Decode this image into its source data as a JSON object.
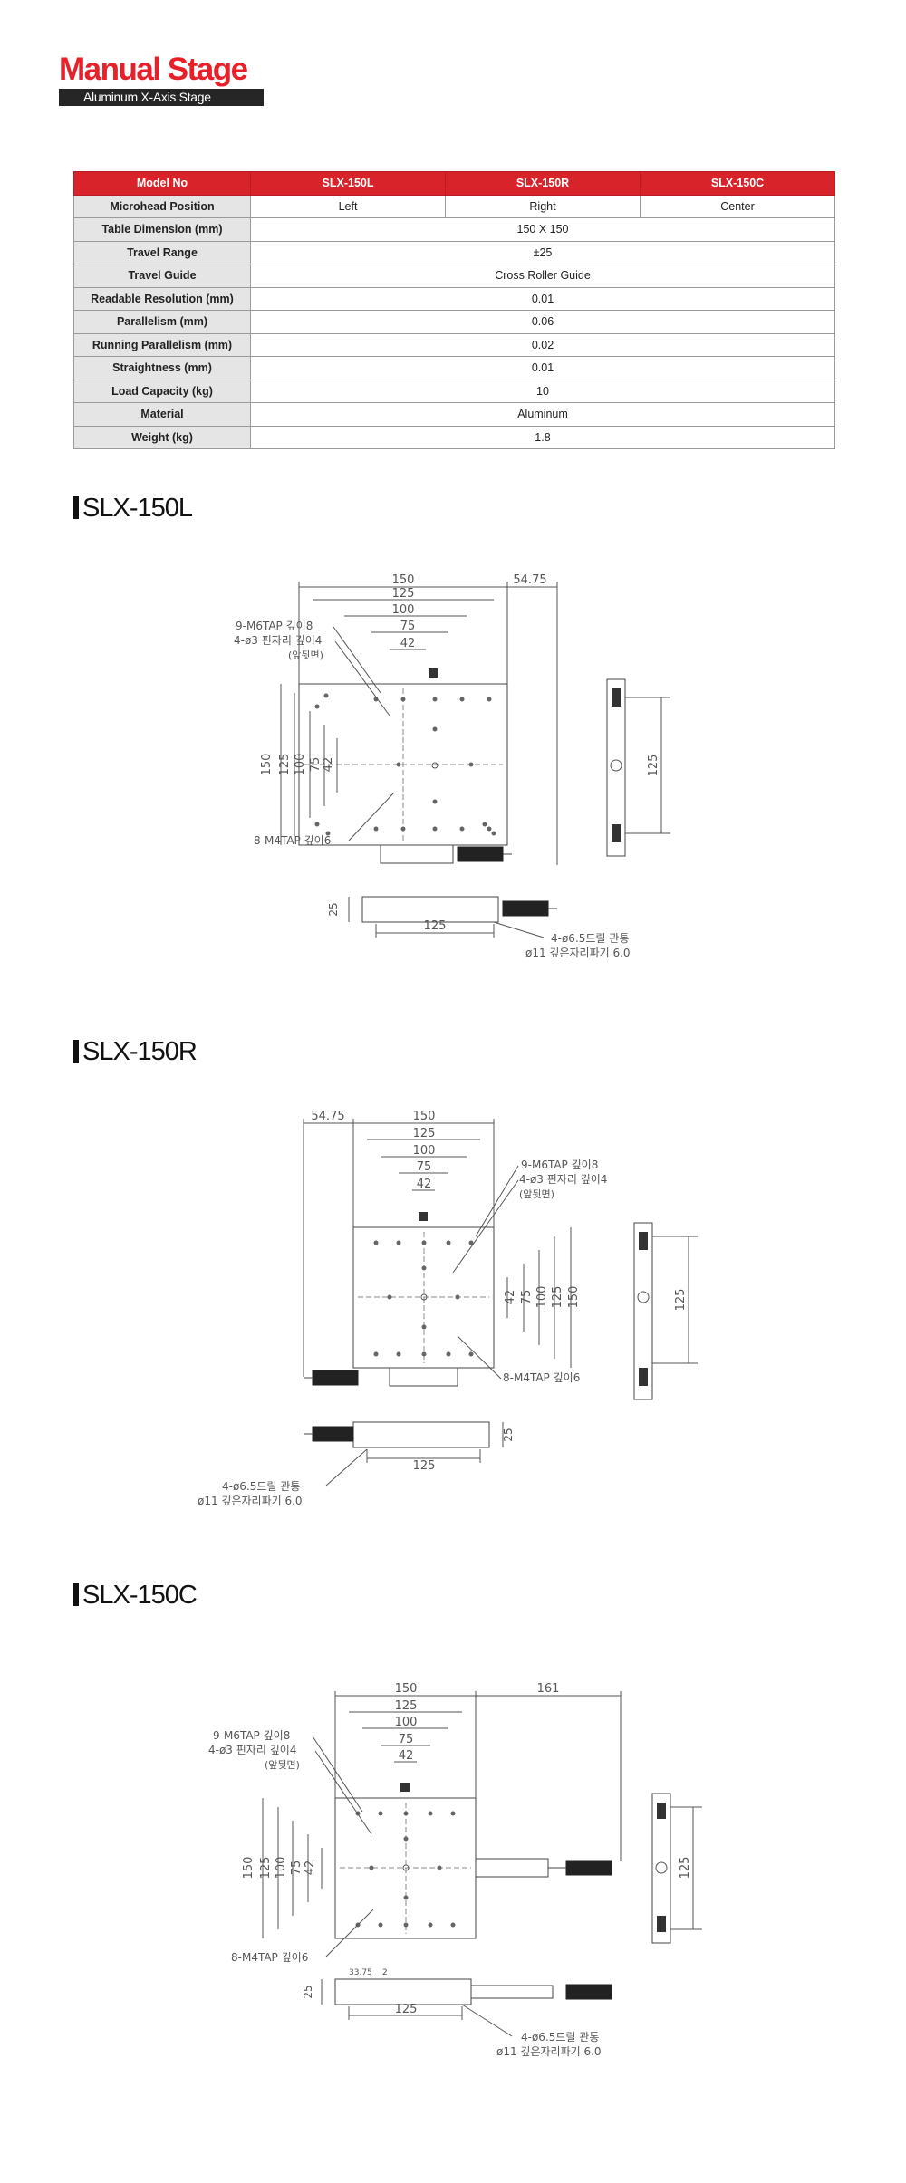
{
  "header": {
    "title": "Manual Stage",
    "subtitle": "Aluminum X-Axis Stage"
  },
  "spec_table": {
    "header": [
      "Model No",
      "SLX-150L",
      "SLX-150R",
      "SLX-150C"
    ],
    "rows": [
      {
        "label": "Microhead Position",
        "values": [
          "Left",
          "Right",
          "Center"
        ]
      },
      {
        "label": "Table Dimension (mm)",
        "value": "150 X 150"
      },
      {
        "label": "Travel Range",
        "value": "±25"
      },
      {
        "label": "Travel Guide",
        "value": "Cross Roller Guide"
      },
      {
        "label": "Readable Resolution (mm)",
        "value": "0.01"
      },
      {
        "label": "Parallelism (mm)",
        "value": "0.06"
      },
      {
        "label": "Running Parallelism (mm)",
        "value": "0.02"
      },
      {
        "label": "Straightness (mm)",
        "value": "0.01"
      },
      {
        "label": "Load Capacity (kg)",
        "value": "10"
      },
      {
        "label": "Material",
        "value": "Aluminum"
      },
      {
        "label": "Weight (kg)",
        "value": "1.8"
      }
    ]
  },
  "sections": [
    {
      "title": "SLX-150L"
    },
    {
      "title": "SLX-150R"
    },
    {
      "title": "SLX-150C"
    }
  ],
  "dims": {
    "d150": "150",
    "d125": "125",
    "d100": "100",
    "d75": "75",
    "d42": "42",
    "d5475": "54.75",
    "d161": "161",
    "d25": "25",
    "d3375": "33.75",
    "d2": "2"
  },
  "notes": {
    "tap_m6": "9-M6TAP 깊이8",
    "pin_hole": "4-ø3 핀자리 깊이4",
    "pin_side": "(앞뒷면)",
    "tap_m4": "8-M4TAP 깊이6",
    "drill": "4-ø6.5드릴 관통",
    "counterbore": "ø11 깊은자리파기 6.0"
  },
  "colors": {
    "accent": "#e8202a",
    "header_bar": "#262626",
    "table_head": "#d9232b",
    "table_label_bg": "#e5e5e5",
    "line": "#555555"
  }
}
